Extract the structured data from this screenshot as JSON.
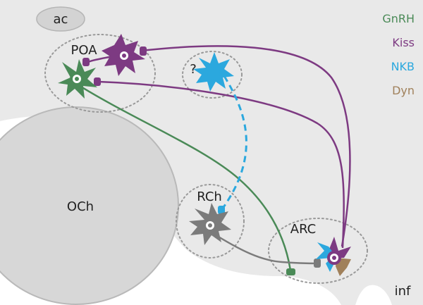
{
  "regions": {
    "ac": "ac",
    "poa": "POA",
    "unknown": "?",
    "och": "OCh",
    "rch": "RCh",
    "arc": "ARC",
    "inf": "inf"
  },
  "legend": [
    {
      "label": "GnRH",
      "color": "#4a8a57"
    },
    {
      "label": "Kiss",
      "color": "#7d3a82"
    },
    {
      "label": "NKB",
      "color": "#2ba8de"
    },
    {
      "label": "Dyn",
      "color": "#a0805a"
    }
  ],
  "colors": {
    "background": "#ffffff",
    "tissue": "#e9e9e9",
    "chiasm": "#d7d7d7",
    "chiasm_stroke": "#b9b9b9",
    "ac_fill": "#d3d3d3",
    "region_outline": "#999999",
    "gnrh": "#4a8a57",
    "kiss": "#7d3a82",
    "nkb": "#2ba8de",
    "dyn": "#a0805a",
    "rch_neuron": "#7b7b7b"
  }
}
